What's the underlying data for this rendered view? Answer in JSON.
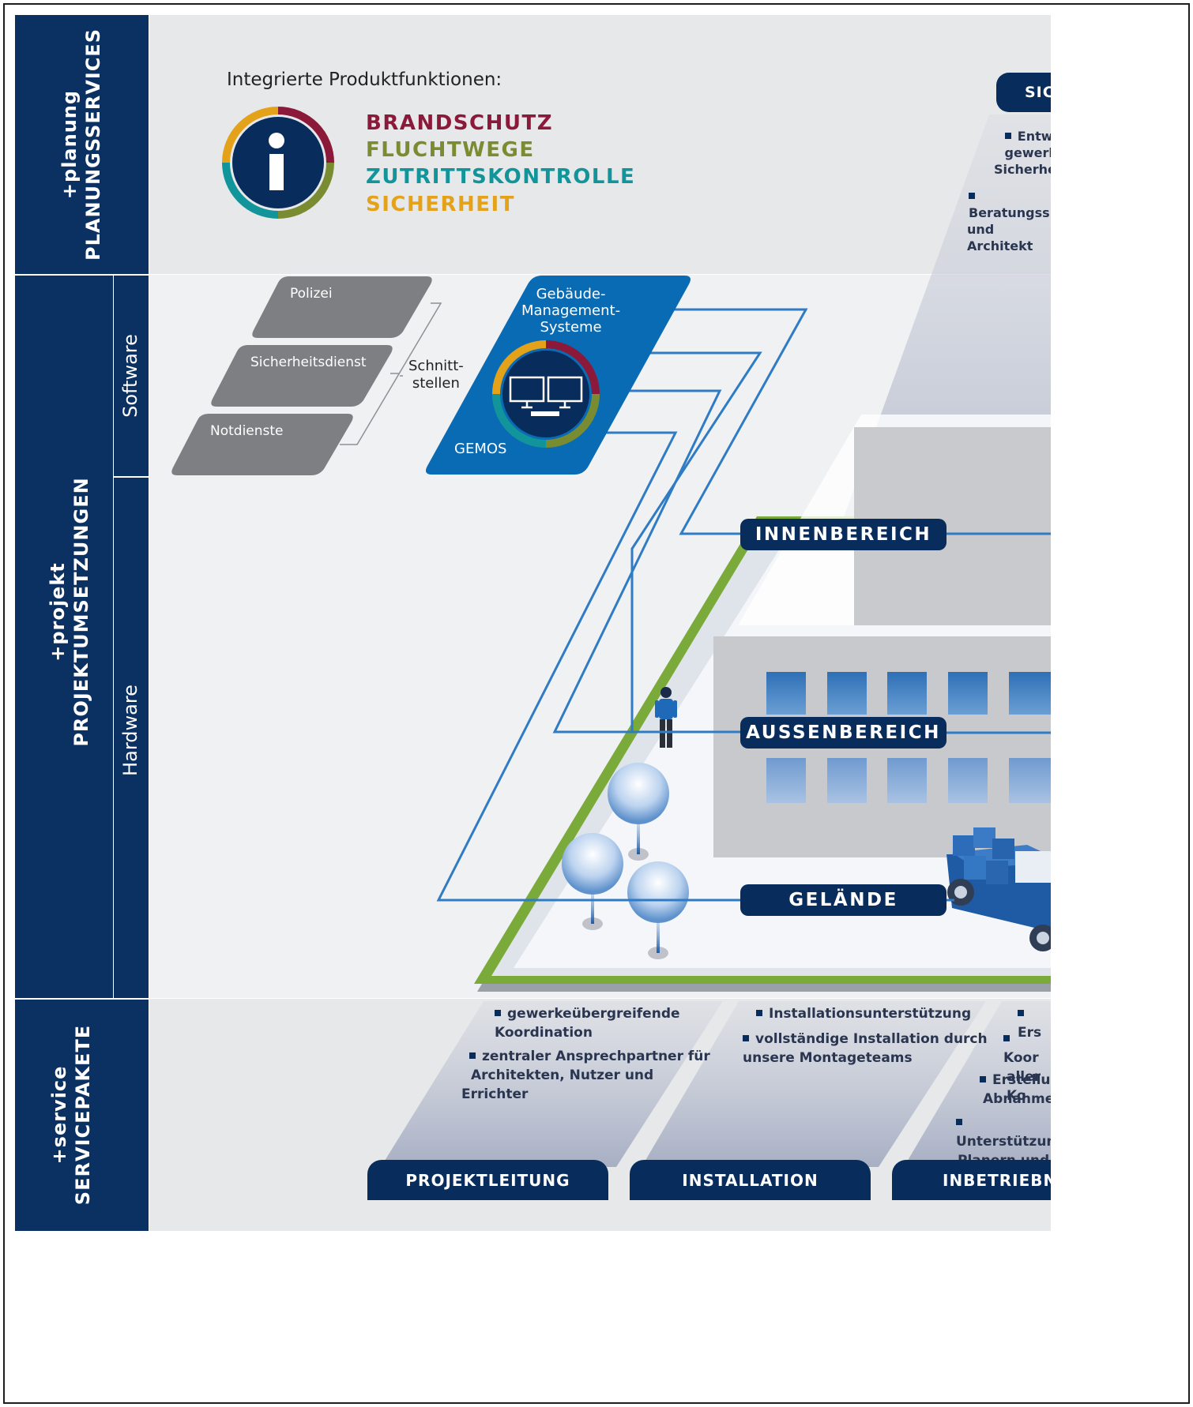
{
  "sidebar": {
    "planung": {
      "prefix": "+planung",
      "title": "PLANUNGSSERVICES"
    },
    "projekt": {
      "prefix": "+projekt",
      "title": "PROJEKTUMSETZUNGEN",
      "sub_software": "Software",
      "sub_hardware": "Hardware"
    },
    "service": {
      "prefix": "+service",
      "title": "SERVICEPAKETE"
    }
  },
  "functions": {
    "heading": "Integrierte Produktfunktionen:",
    "items": [
      {
        "label": "BRANDSCHUTZ",
        "color": "#8b1a3a"
      },
      {
        "label": "FLUCHTWEGE",
        "color": "#7a8c32"
      },
      {
        "label": "ZUTRITTSKONTROLLE",
        "color": "#12959a"
      },
      {
        "label": "SICHERHEIT",
        "color": "#e3a21a"
      }
    ],
    "icon": "info-icon"
  },
  "software": {
    "external": [
      "Polizei",
      "Sicherheitsdienst",
      "Notdienste"
    ],
    "interface_label": [
      "Schnitt-",
      "stellen"
    ],
    "gms_title": [
      "Gebäude-",
      "Management-",
      "Systeme"
    ],
    "gms_name": "GEMOS",
    "gms_icon": "monitors-icon"
  },
  "zones": [
    "INNENBEREICH",
    "AUSSENBEREICH",
    "GELÄNDE"
  ],
  "top_tab": {
    "label": "SIC",
    "bullets": [
      [
        "Entwi",
        "gewerk",
        "Sicherhei"
      ],
      [
        "Beratungss",
        "und Architekt"
      ]
    ]
  },
  "packages": [
    {
      "label": "PROJEKTLEITUNG",
      "bullets": [
        [
          "gewerkeübergreifende",
          "Koordination"
        ],
        [
          "zentraler Ansprechpartner für",
          "Architekten, Nutzer und",
          "Errichter"
        ]
      ]
    },
    {
      "label": "INSTALLATION",
      "bullets": [
        [
          "Installationsunterstützung"
        ],
        [
          "vollständige Installation durch",
          "unsere Montageteams"
        ]
      ]
    },
    {
      "label": "INBETRIEBNA",
      "bullets": [
        [
          "Ers"
        ],
        [
          "Koor",
          "aller Ko"
        ],
        [
          "Erstellun",
          "Abnahmep"
        ],
        [
          "Unterstützun",
          "Planern und Er"
        ]
      ]
    }
  ],
  "colors": {
    "navy": "#082c5c",
    "sidebar_navy": "#0a3161",
    "brand_blue": "#0a6bb5",
    "line_blue": "#2f7bc4",
    "green": "#7aaa3a",
    "grey_bg": "#e7e8ea"
  }
}
